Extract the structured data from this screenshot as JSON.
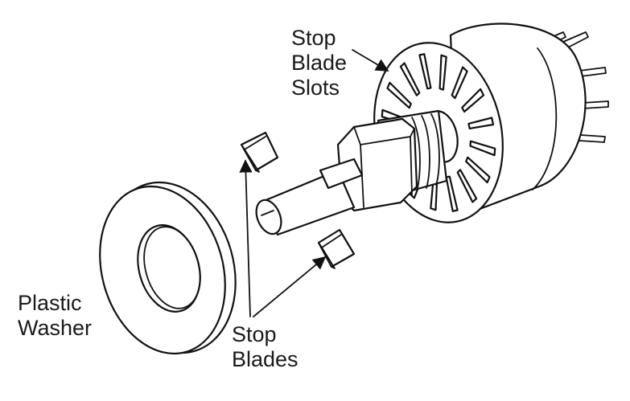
{
  "labels": {
    "stop_blade_slots": [
      "Stop",
      "Blade",
      "Slots"
    ],
    "plastic_washer": [
      "Plastic",
      "Washer"
    ],
    "stop_blades": [
      "Stop",
      "Blades"
    ]
  },
  "colors": {
    "line": "#111111",
    "background": "#ffffff"
  }
}
